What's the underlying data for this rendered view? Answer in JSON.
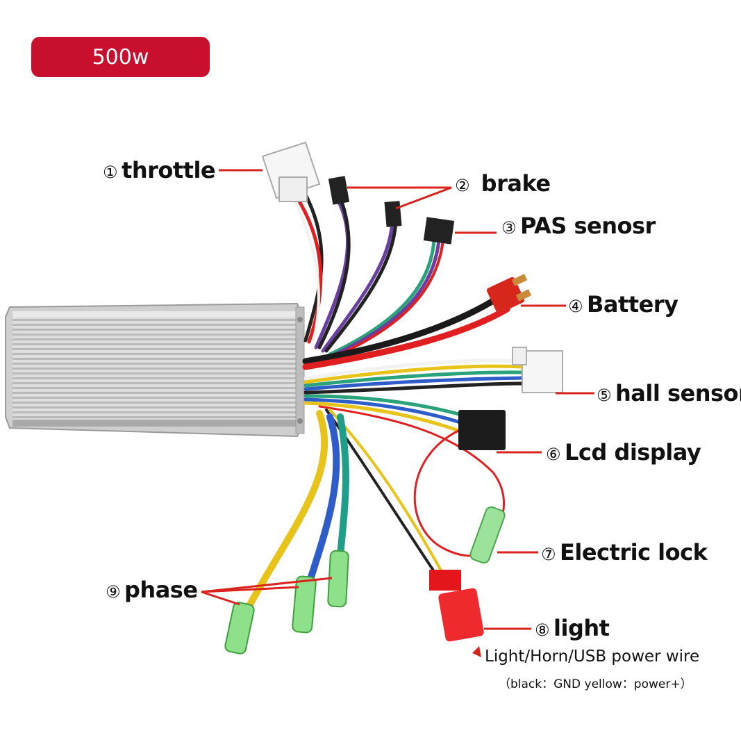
{
  "badge": "500w",
  "labels": {
    "throttle": {
      "num": "①",
      "text": "throttle"
    },
    "brake": {
      "num": "②",
      "text": "brake"
    },
    "pas": {
      "num": "③",
      "text": "PAS senosr"
    },
    "battery": {
      "num": "④",
      "text": "Battery"
    },
    "hall": {
      "num": "⑤",
      "text": "hall sensor"
    },
    "lcd": {
      "num": "⑥",
      "text": "Lcd display"
    },
    "lock": {
      "num": "⑦",
      "text": "Electric lock"
    },
    "light": {
      "num": "⑧",
      "text": "light"
    },
    "phase": {
      "num": "⑨",
      "text": "phase"
    }
  },
  "light_note": "Light/Horn/USB power wire",
  "light_note2": "（black：GND yellow：power+）",
  "colors": {
    "badge": "#c8102e",
    "leader": "#d9231d"
  }
}
